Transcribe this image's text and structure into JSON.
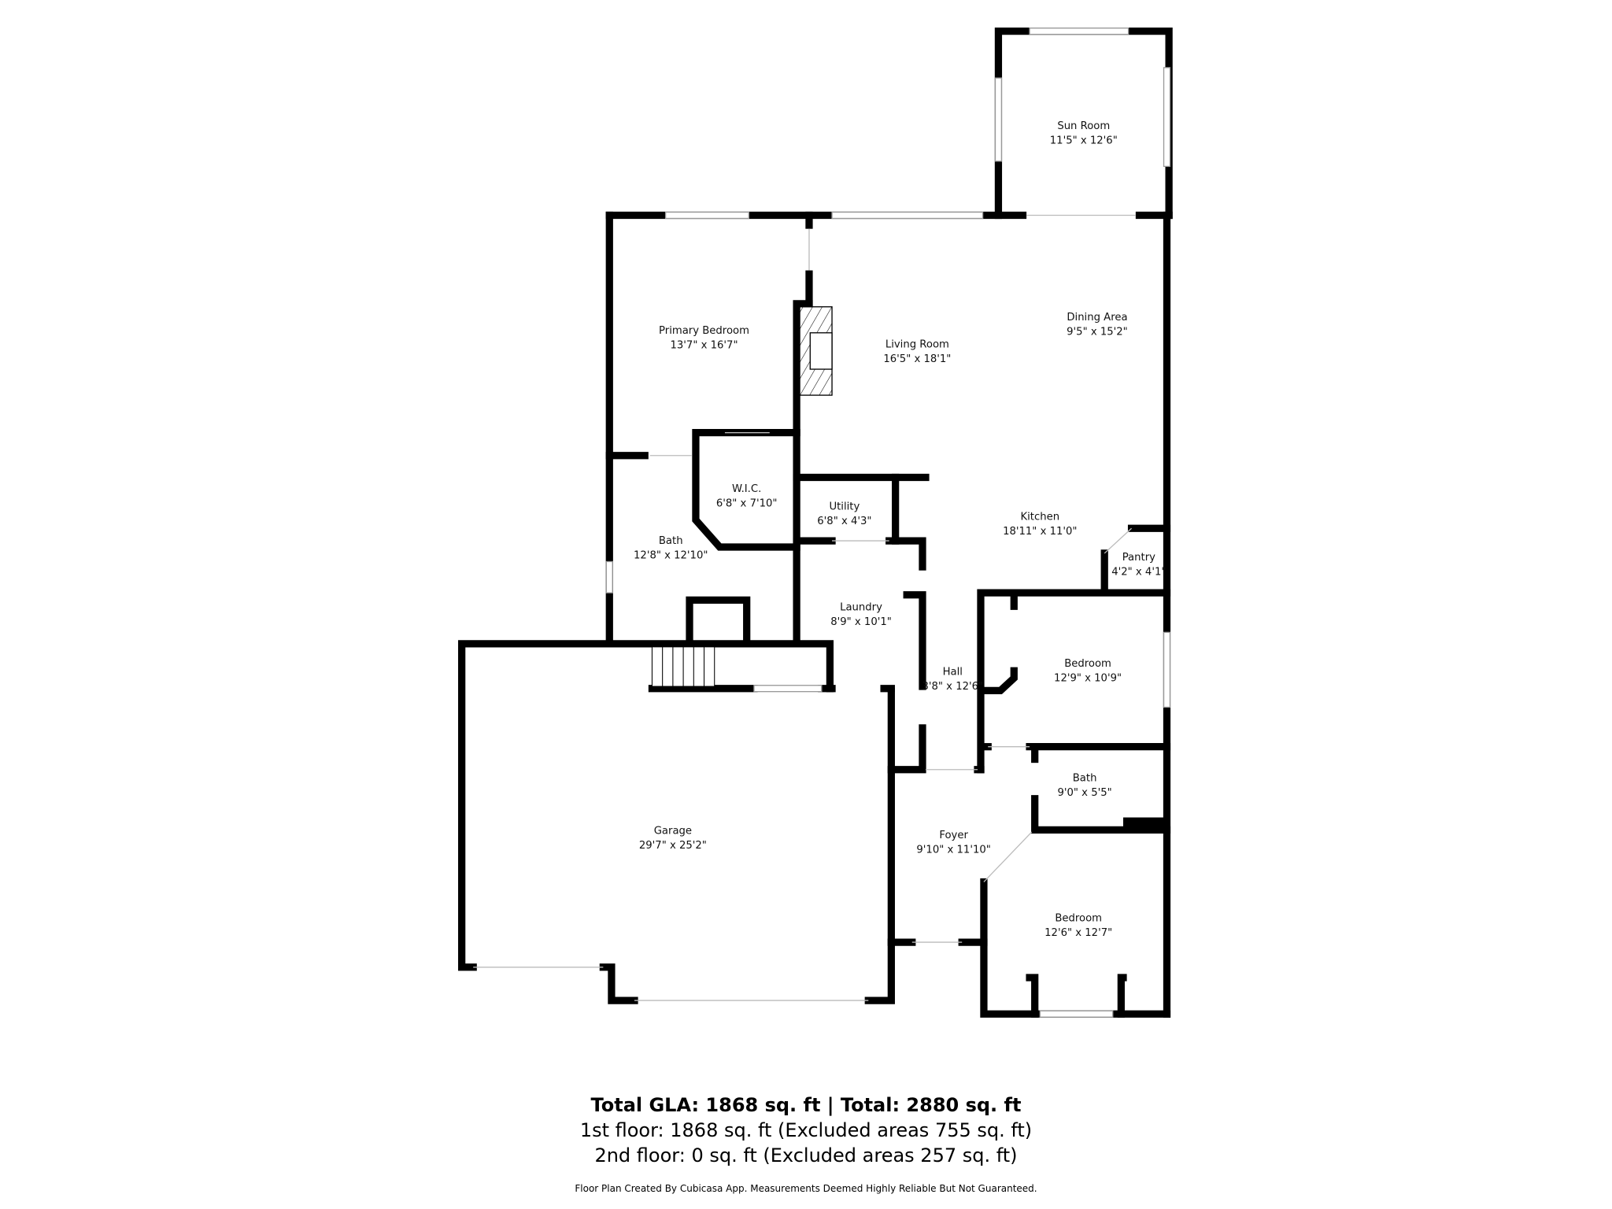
{
  "rooms": [
    {
      "name": "Sun Room",
      "dims": "11'5\" x 12'6\""
    },
    {
      "name": "Primary Bedroom",
      "dims": "13'7\" x 16'7\""
    },
    {
      "name": "Living Room",
      "dims": "16'5\" x 18'1\""
    },
    {
      "name": "Dining Area",
      "dims": "9'5\" x 15'2\""
    },
    {
      "name": "W.I.C.",
      "dims": "6'8\" x 7'10\""
    },
    {
      "name": "Utility",
      "dims": "6'8\" x 4'3\""
    },
    {
      "name": "Kitchen",
      "dims": "18'11\" x 11'0\""
    },
    {
      "name": "Bath",
      "dims": "12'8\" x 12'10\""
    },
    {
      "name": "Pantry",
      "dims": "4'2\" x 4'1\""
    },
    {
      "name": "Laundry",
      "dims": "8'9\" x 10'1\""
    },
    {
      "name": "Bedroom",
      "dims": "12'9\" x 10'9\""
    },
    {
      "name": "Hall",
      "dims": "3'8\" x 12'6\""
    },
    {
      "name": "Bath",
      "dims": "9'0\" x 5'5\""
    },
    {
      "name": "Garage",
      "dims": "29'7\" x 25'2\""
    },
    {
      "name": "Foyer",
      "dims": "9'10\" x 11'10\""
    },
    {
      "name": "Bedroom",
      "dims": "12'6\" x 12'7\""
    }
  ],
  "summary": {
    "total": "Total GLA: 1868 sq. ft | Total: 2880 sq. ft",
    "floor1": "1st floor: 1868 sq. ft (Excluded areas 755 sq. ft)",
    "floor2": "2nd floor: 0 sq. ft (Excluded areas 257 sq. ft)",
    "disclaimer": "Floor Plan Created By Cubicasa App. Measurements Deemed Highly Reliable But Not Guaranteed."
  },
  "colors": {
    "wall": "#000000",
    "background": "#ffffff"
  }
}
